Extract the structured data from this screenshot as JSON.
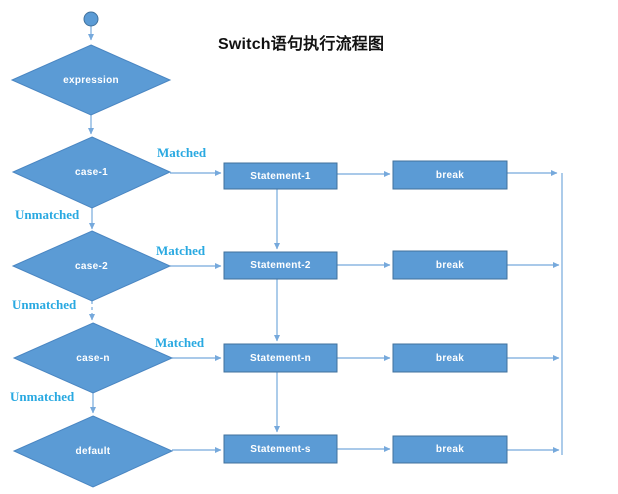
{
  "title": "Switch语句执行流程图",
  "colors": {
    "node-fill": "#5B9BD5",
    "node-border": "#41719C",
    "diamond-border": "#4A86C2",
    "connector": "#76A9DC",
    "edge-label": "#29A9E1",
    "title-text": "#111111",
    "node-text": "#FFFFFF"
  },
  "nodes": {
    "expression": "expression",
    "case_1": "case-1",
    "case_2": "case-2",
    "case_n": "case-n",
    "default_case": "default",
    "statement_1": "Statement-1",
    "statement_2": "Statement-2",
    "statement_n": "Statement-n",
    "statement_s": "Statement-s",
    "break_1": "break",
    "break_2": "break",
    "break_3": "break",
    "break_4": "break"
  },
  "edge_labels": {
    "matched_1": "Matched",
    "matched_2": "Matched",
    "matched_3": "Matched",
    "unmatched_1": "Unmatched",
    "unmatched_2": "Unmatched",
    "unmatched_3": "Unmatched"
  }
}
